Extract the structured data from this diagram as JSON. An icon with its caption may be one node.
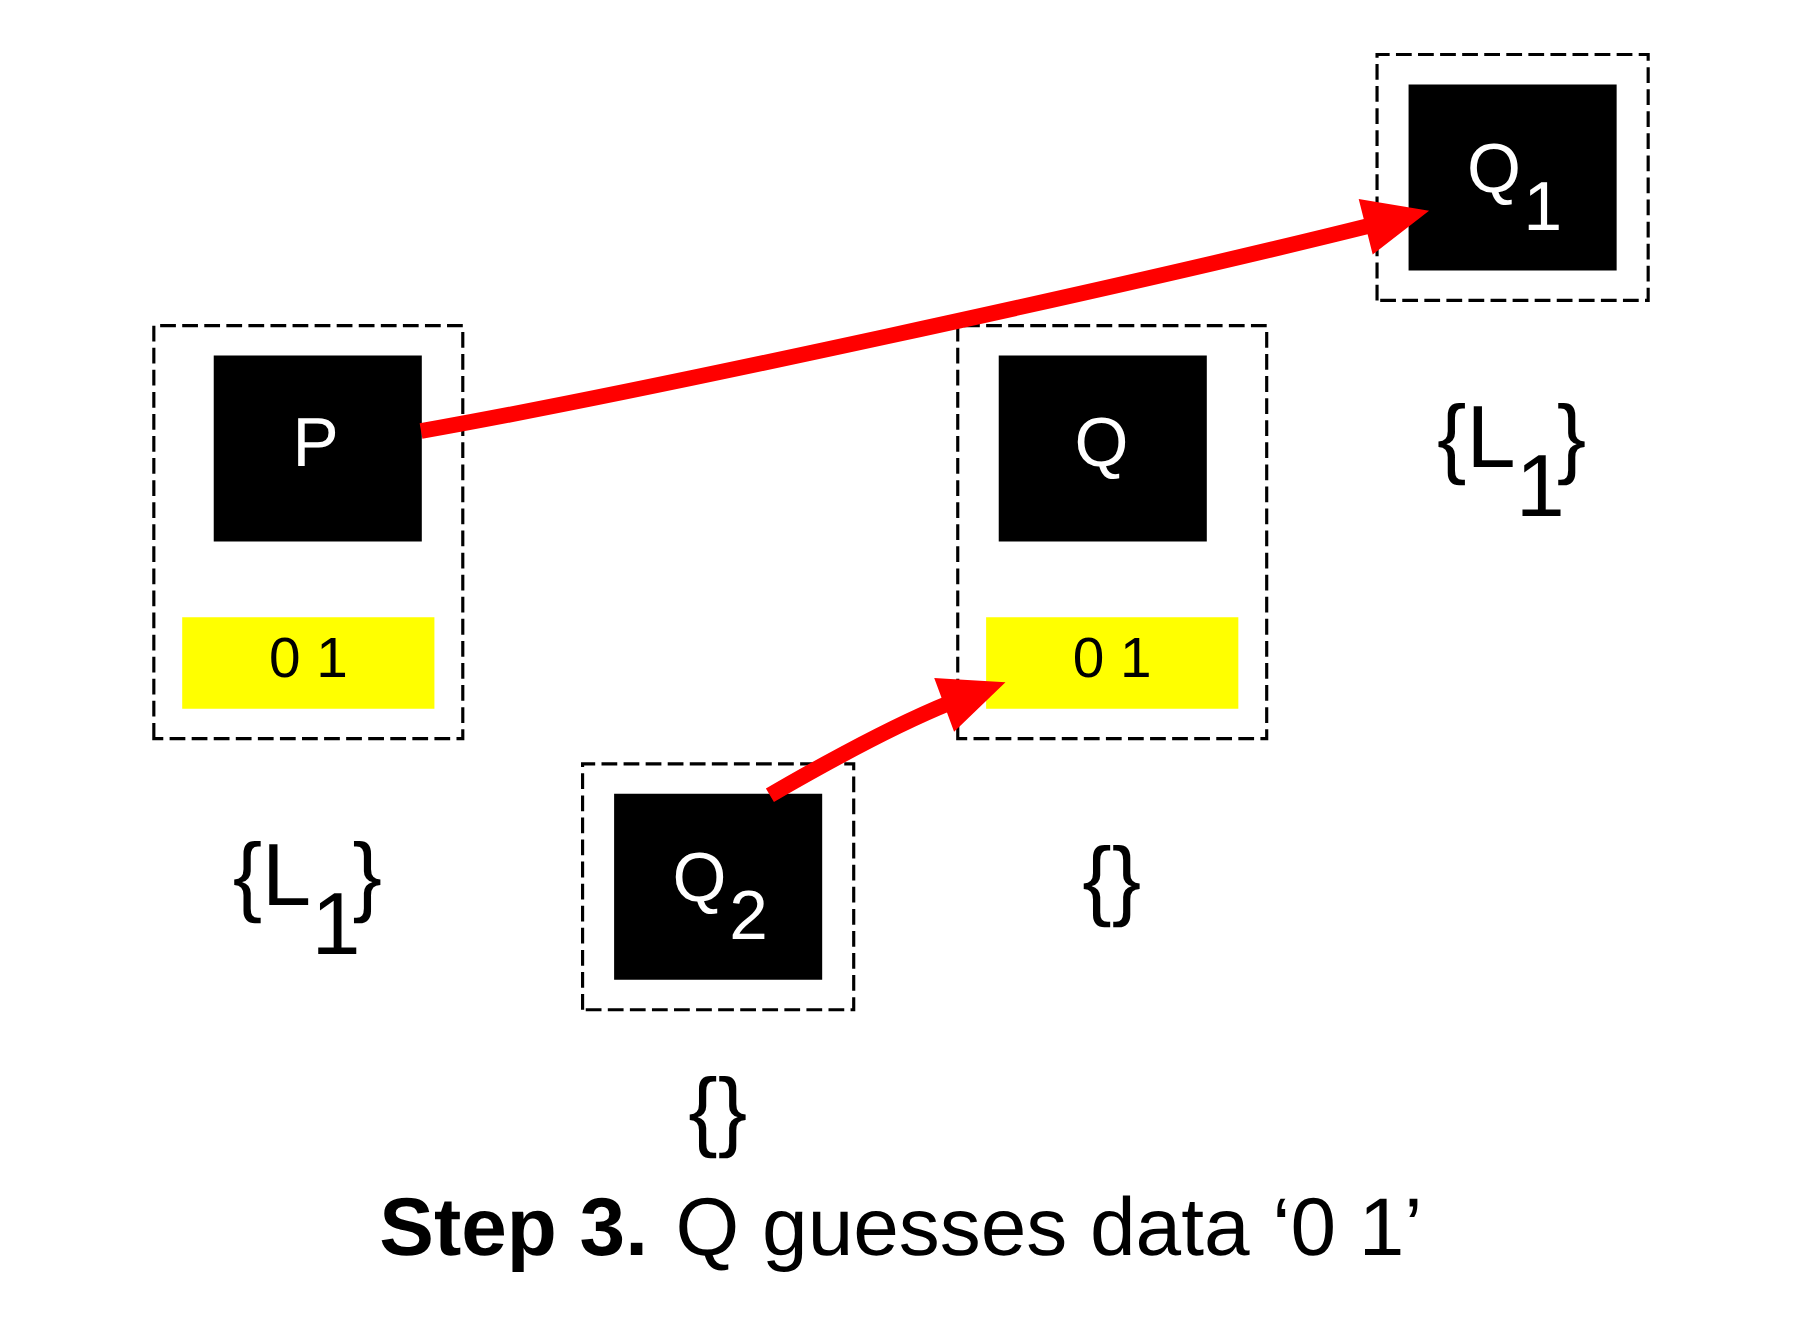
{
  "diagram": {
    "caption": "**Step 3.** Q guesses data ‘0 1’",
    "nodes": [
      {
        "text": [],
        "shape": "box",
        "beside": [
          "{L$_{1}$}"
        ]
      },
      {
        "text": [
          "P"
        ],
        "in": 0
      },
      {
        "text": [
          "0 1"
        ],
        "in": 0
      },
      {
        "text": [],
        "shape": "box",
        "beside": [
          "{L$_{1}$}"
        ]
      },
      {
        "text": [
          "Q$_{1}$"
        ],
        "in": 3
      },
      {
        "text": [],
        "shape": "box",
        "beside": [
          "{}"
        ]
      },
      {
        "text": [
          "Q"
        ],
        "in": 5
      },
      {
        "text": [
          "0 1"
        ],
        "in": 5
      },
      {
        "text": [],
        "shape": "box",
        "beside": [
          "{}"
        ]
      },
      {
        "text": [
          "Q$_{2}$"
        ],
        "in": 8
      }
    ],
    "edges": [
      {
        "from": 1,
        "to": 4,
        "arrow": "to",
        "color": "#ff0000"
      },
      {
        "from": 9,
        "to": 7,
        "arrow": "to",
        "color": "#ff0000"
      }
    ]
  }
}
